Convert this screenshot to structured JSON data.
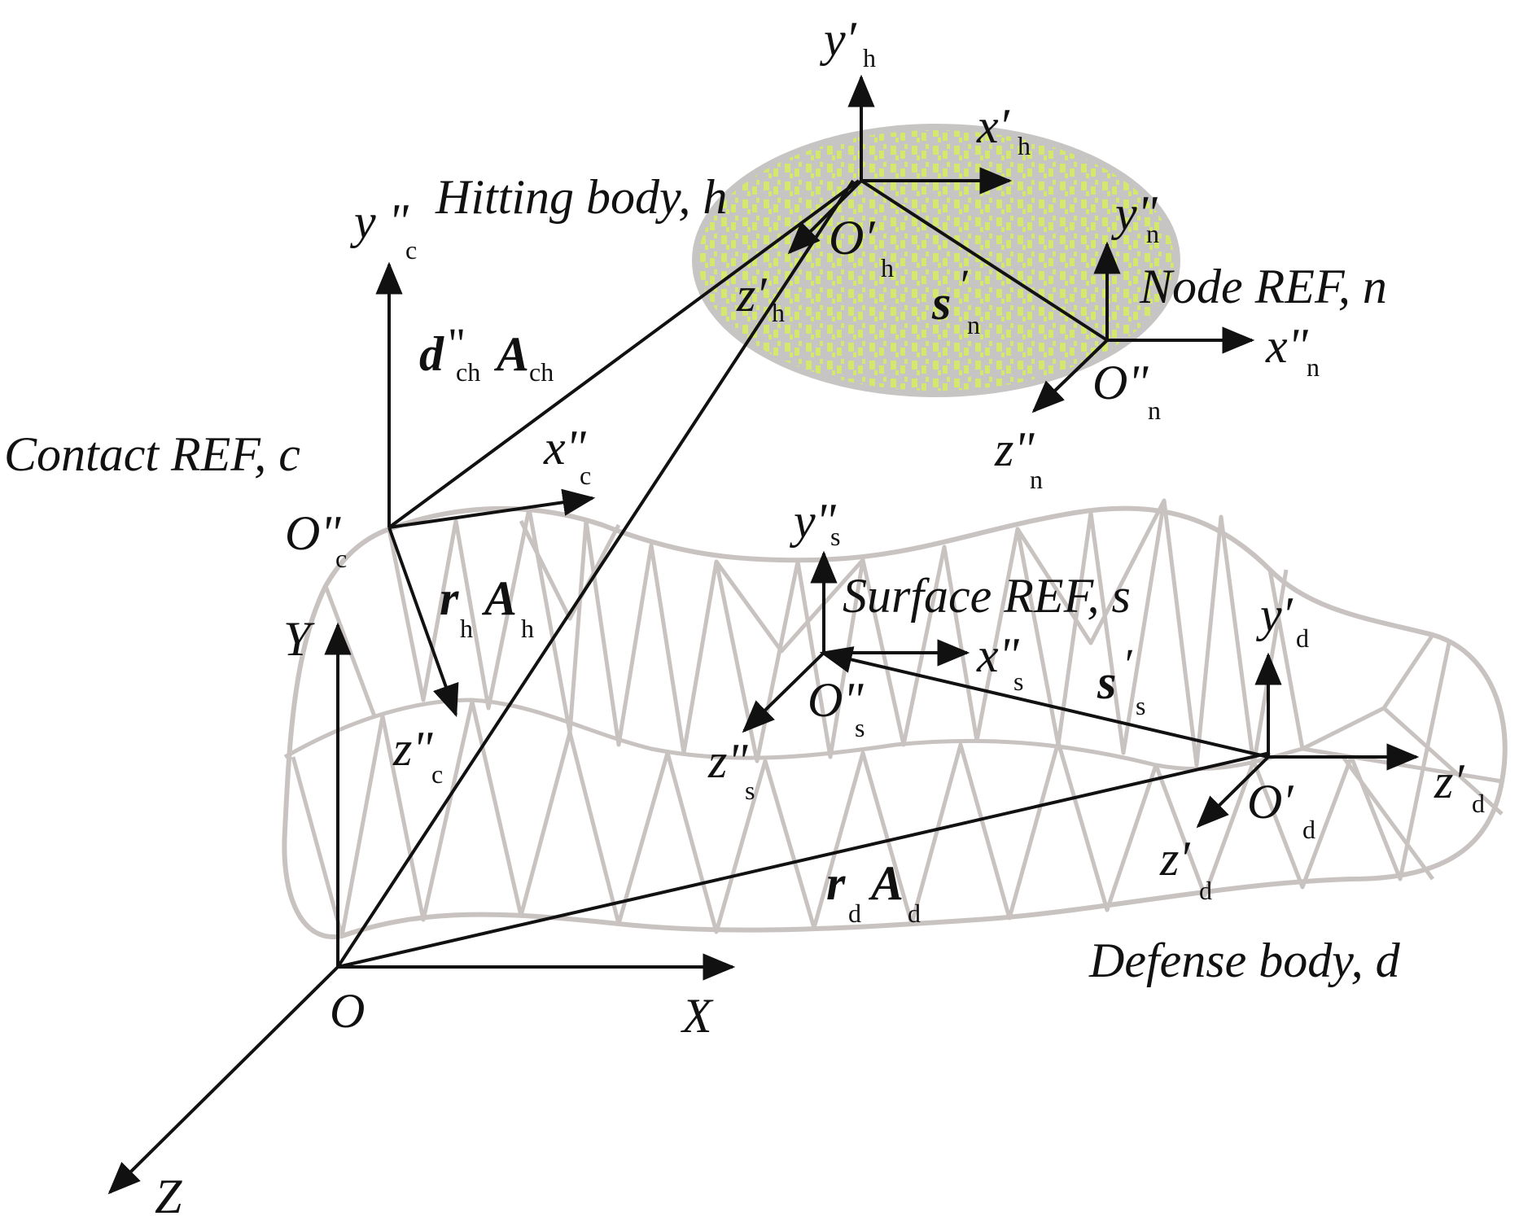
{
  "bodies": {
    "hitting": "Hitting body, h",
    "defense": "Defense body, d",
    "contact_ref": "Contact REF, c",
    "node_ref": "Node REF, n",
    "surface_ref": "Surface REF, s"
  },
  "colors": {
    "hitting_body_fill": "#c7c5c3",
    "hitting_body_speckle": "#d6ea6a",
    "defense_mesh": "#c8c3c1",
    "arrows": "#111111"
  },
  "global_frame": {
    "origin": "O",
    "x": "X",
    "y": "Y",
    "z": "Z"
  },
  "vectors": {
    "d_ch": {
      "main": "d",
      "prime": "\"",
      "sub": "ch",
      "matrix": "A",
      "matrix_sub": "ch"
    },
    "r_h": {
      "main": "r",
      "sub": "h",
      "matrix": "A",
      "matrix_sub": "h"
    },
    "r_d": {
      "main": "r",
      "sub": "d",
      "matrix": "A",
      "matrix_sub": "d"
    },
    "s_n": {
      "main": "s",
      "prime": "′",
      "sub": "n"
    },
    "s_s": {
      "main": "s",
      "prime": "′",
      "sub": "s"
    }
  },
  "frames": {
    "h": {
      "origin": "O′",
      "origin_sub": "h",
      "x": "x′",
      "x_sub": "h",
      "y": "y′",
      "y_sub": "h",
      "z": "z′",
      "z_sub": "h"
    },
    "n": {
      "origin": "O\"",
      "origin_sub": "n",
      "x": "x\"",
      "x_sub": "n",
      "y": "y\"",
      "y_sub": "n",
      "z": "z\"",
      "z_sub": "n"
    },
    "c": {
      "origin": "O\"",
      "origin_sub": "c",
      "x": "x\"",
      "x_sub": "c",
      "y": "y \"",
      "y_sub": "c",
      "z": "z\"",
      "z_sub": "c"
    },
    "s": {
      "origin": "O\"",
      "origin_sub": "s",
      "x": "x\"",
      "x_sub": "s",
      "y": "y\"",
      "y_sub": "s",
      "z": "z\"",
      "z_sub": "s"
    },
    "d": {
      "origin": "O′",
      "origin_sub": "d",
      "x": "z′",
      "x_sub": "d",
      "y": "y′",
      "y_sub": "d",
      "z": "z′",
      "z_sub": "d"
    }
  }
}
